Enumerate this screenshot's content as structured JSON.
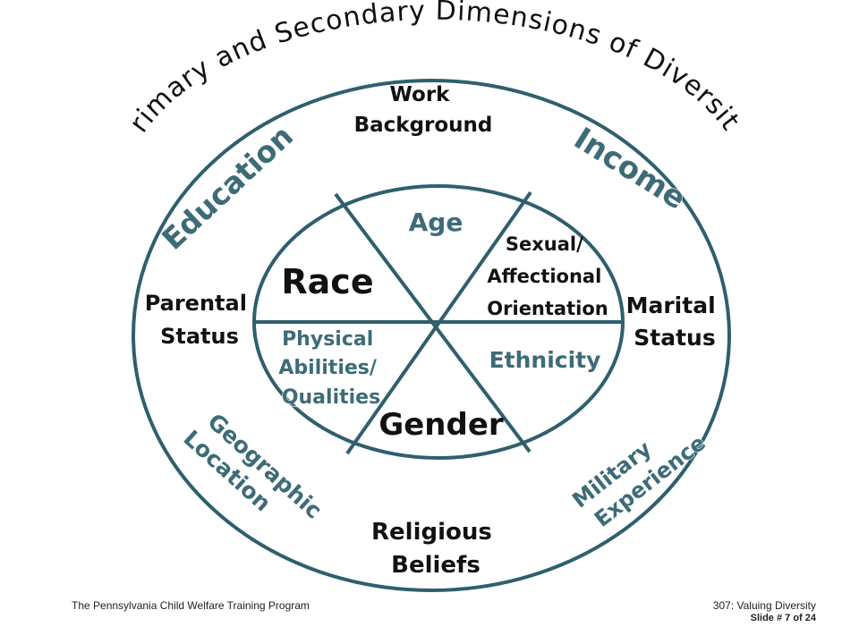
{
  "title": "Primary and Secondary Dimensions of Diversity",
  "outer_dimensions": {
    "work_background": [
      "Work",
      "Background"
    ],
    "income": [
      "Income"
    ],
    "marital_status": [
      "Marital",
      "Status"
    ],
    "military_experience": [
      "Military",
      "Experience"
    ],
    "religious_beliefs": [
      "Religious",
      "Beliefs"
    ],
    "geographic_location": [
      "Geographic",
      "Location"
    ],
    "parental_status": [
      "Parental",
      "Status"
    ],
    "education": [
      "Education"
    ]
  },
  "inner_dimensions": {
    "age": [
      "Age"
    ],
    "sexual_orientation": [
      "Sexual/",
      "Affectional",
      "Orientation"
    ],
    "ethnicity": [
      "Ethnicity"
    ],
    "gender": [
      "Gender"
    ],
    "physical_abilities": [
      "Physical",
      "Abilities/",
      "Qualities"
    ],
    "race": [
      "Race"
    ]
  },
  "footer": {
    "left": "The Pennsylvania Child Welfare Training Program",
    "right": "307:  Valuing Diversity",
    "slide": "Slide # 7 of 24"
  },
  "colors": {
    "ring": "#2f5f6c",
    "teal_text": "#3e6b78",
    "text": "#111111"
  }
}
